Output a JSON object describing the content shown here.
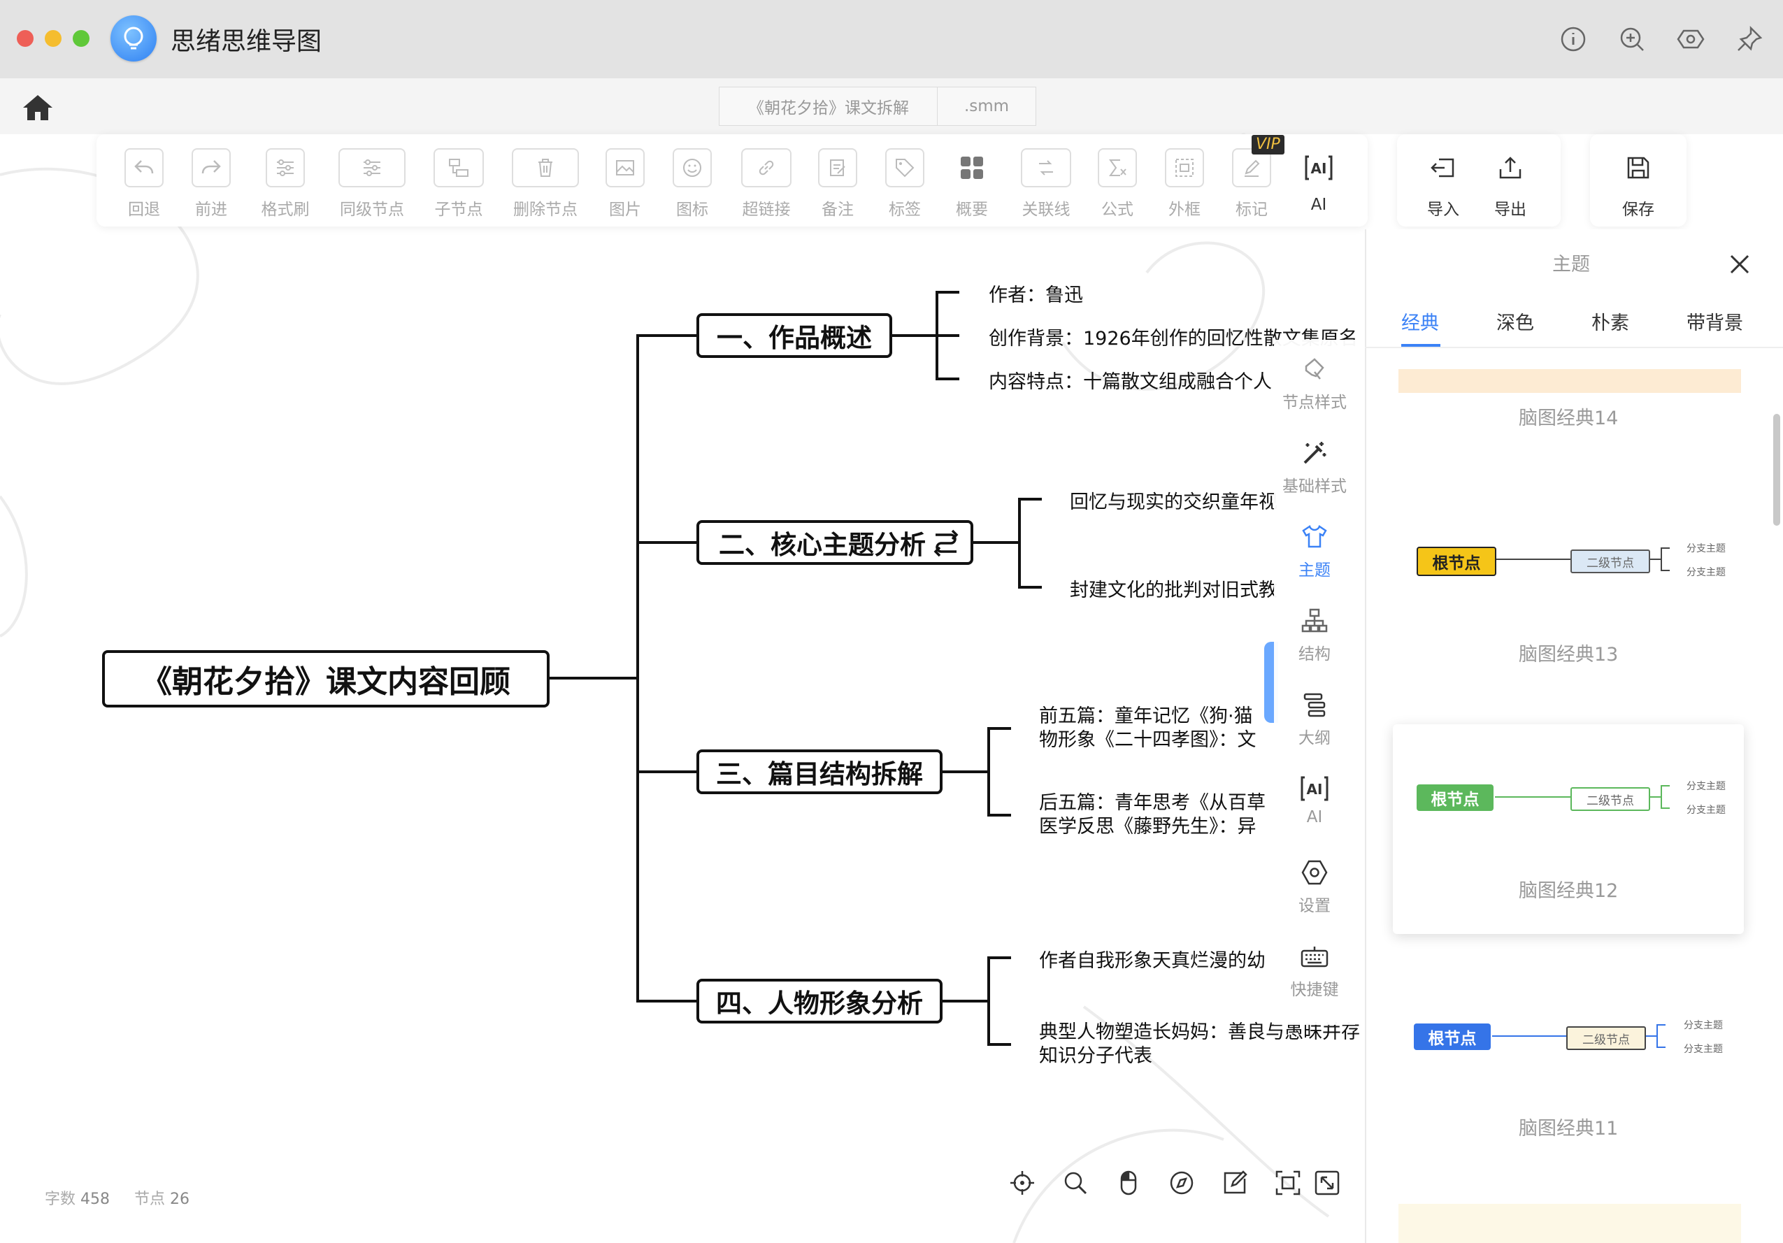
{
  "app": {
    "title": "思绪思维导图"
  },
  "file": {
    "name": "《朝花夕拾》课文拆解",
    "ext": ".smm"
  },
  "toolbar": {
    "items": [
      "回退",
      "前进",
      "格式刷",
      "同级节点",
      "子节点",
      "删除节点",
      "图片",
      "图标",
      "超链接",
      "备注",
      "标签",
      "概要",
      "关联线",
      "公式",
      "外框",
      "标记",
      "AI"
    ],
    "vip_badge": "VIP",
    "import": "导入",
    "export": "导出",
    "save": "保存"
  },
  "mindmap": {
    "root": "《朝花夕拾》课文内容回顾",
    "branches": [
      {
        "title": "一、作品概述",
        "children": [
          "作者：鲁迅",
          "创作背景：1926年创作的回忆性散文集原名",
          "内容特点：十篇散文组成融合个人"
        ]
      },
      {
        "title": "二、核心主题分析",
        "children": [
          "回忆与现实的交织童年视",
          "封建文化的批判对旧式教"
        ]
      },
      {
        "title": "三、篇目结构拆解",
        "children": [
          "前五篇：童年记忆《狗·猫",
          "物形象《二十四孝图》：文",
          "后五篇：青年思考《从百草",
          "医学反思《藤野先生》：异"
        ]
      },
      {
        "title": "四、人物形象分析",
        "children": [
          "作者自我形象天真烂漫的幼",
          "典型人物塑造长妈妈：善良与愚昧并存",
          "知识分子代表"
        ]
      }
    ]
  },
  "side_menu": {
    "items": [
      "节点样式",
      "基础样式",
      "主题",
      "结构",
      "大纲",
      "AI",
      "设置",
      "快捷键"
    ],
    "active": "主题"
  },
  "theme_panel": {
    "title": "主题",
    "tabs": [
      "经典",
      "深色",
      "朴素",
      "带背景"
    ],
    "active_tab": "经典",
    "cards": [
      {
        "label": "脑图经典14"
      },
      {
        "label": "脑图经典13",
        "root": "根节点",
        "second": "二级节点",
        "branch": "分支主题",
        "root_color": "#f5c518",
        "line_color": "#444444"
      },
      {
        "label": "脑图经典12",
        "root": "根节点",
        "second": "二级节点",
        "branch": "分支主题",
        "root_color": "#5cb85c",
        "line_color": "#5cb85c"
      },
      {
        "label": "脑图经典11",
        "root": "根节点",
        "second": "二级节点",
        "branch": "分支主题",
        "root_color": "#3574e8",
        "line_color": "#3574e8"
      }
    ]
  },
  "status": {
    "word_count_label": "字数",
    "word_count": "458",
    "node_label": "节点",
    "node_count": "26"
  },
  "colors": {
    "accent": "#3b82f6",
    "title_bar": "#e3e3e3"
  }
}
